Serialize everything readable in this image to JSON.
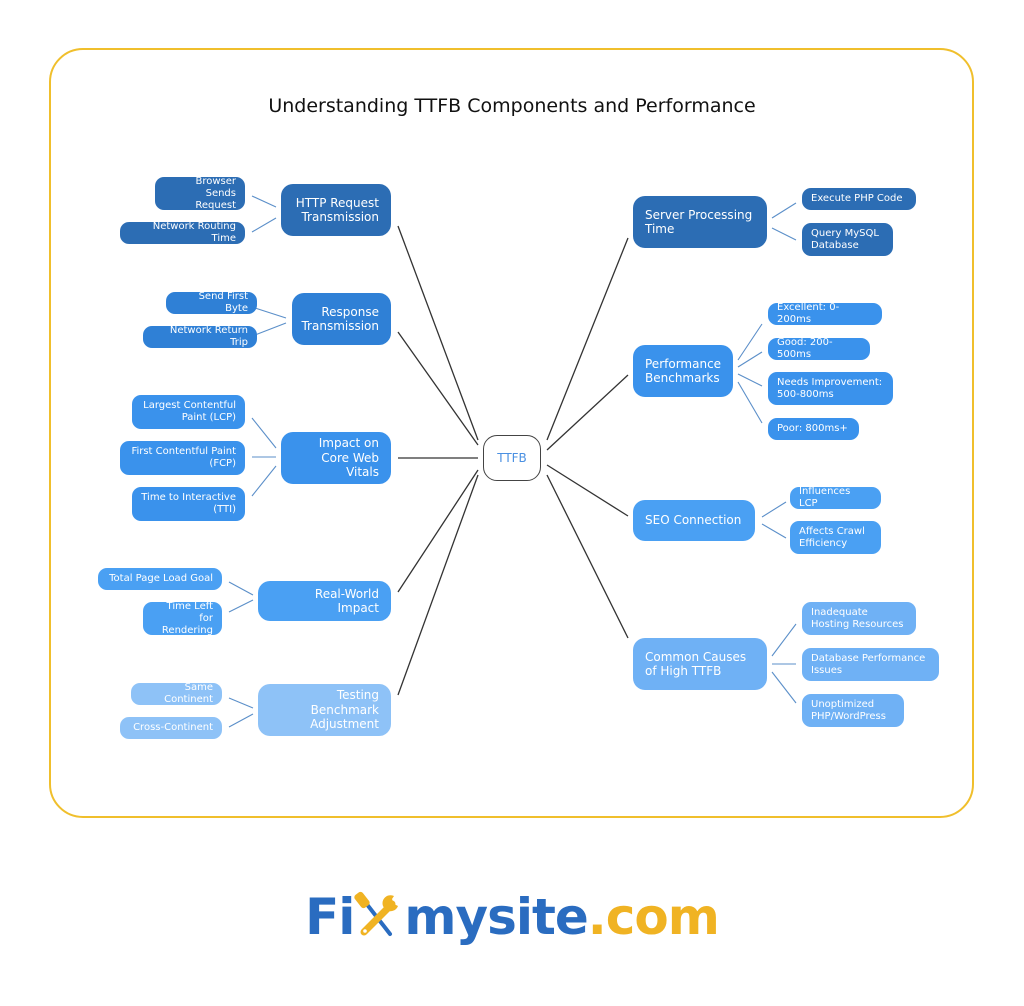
{
  "title": "Understanding TTFB Components and Performance",
  "center": "TTFB",
  "colors": {
    "frame_border": "#f0bf2c",
    "dark_blue": "#2c6db4",
    "mid_blue": "#2f80d6",
    "blue": "#3a92ec",
    "light_blue": "#4aa0f3",
    "pale_blue": "#8ec2f7",
    "center_text": "#4a90e2",
    "logo_blue": "#2a6cc0",
    "logo_gold": "#f0b323"
  },
  "left_branches": [
    {
      "label": "HTTP Request Transmission",
      "children": [
        "Browser Sends Request",
        "Network Routing Time"
      ]
    },
    {
      "label": "Response Transmission",
      "children": [
        "Send First Byte",
        "Network Return Trip"
      ]
    },
    {
      "label": "Impact on Core Web Vitals",
      "children": [
        "Largest Contentful Paint (LCP)",
        "First Contentful Paint (FCP)",
        "Time to Interactive (TTI)"
      ]
    },
    {
      "label": "Real-World Impact",
      "children": [
        "Total Page Load Goal",
        "Time Left for Rendering"
      ]
    },
    {
      "label": "Testing Benchmark Adjustment",
      "children": [
        "Same Continent",
        "Cross-Continent"
      ]
    }
  ],
  "right_branches": [
    {
      "label": "Server Processing Time",
      "children": [
        "Execute PHP Code",
        "Query MySQL Database"
      ]
    },
    {
      "label": "Performance Benchmarks",
      "children": [
        "Excellent: 0-200ms",
        "Good: 200-500ms",
        "Needs Improvement: 500-800ms",
        "Poor: 800ms+"
      ]
    },
    {
      "label": "SEO Connection",
      "children": [
        "Influences LCP",
        "Affects Crawl Efficiency"
      ]
    },
    {
      "label": "Common Causes of High TTFB",
      "children": [
        "Inadequate Hosting Resources",
        "Database Performance Issues",
        "Unoptimized PHP/WordPress"
      ]
    }
  ],
  "logo": {
    "part1": "Fi",
    "part2": "mysite",
    "part3": ".com",
    "icon": "wrench-screwdriver-icon"
  }
}
